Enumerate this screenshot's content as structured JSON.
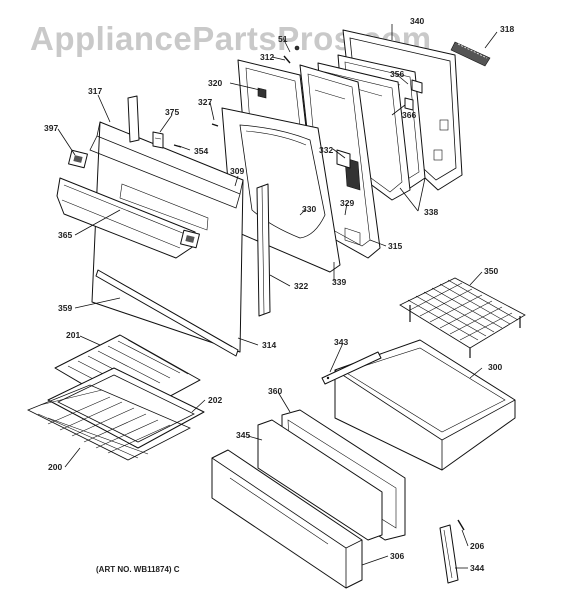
{
  "watermark": "AppliancePartsPros.com",
  "art_number": "(ART NO. WB11874) C",
  "callouts": {
    "c340": "340",
    "c318": "318",
    "c51": "51",
    "c312": "312",
    "c356": "356",
    "c320": "320",
    "c366": "366",
    "c317": "317",
    "c327": "327",
    "c375": "375",
    "c397": "397",
    "c354": "354",
    "c332": "332",
    "c309": "309",
    "c329": "329",
    "c338": "338",
    "c330": "330",
    "c365": "365",
    "c315": "315",
    "c322": "322",
    "c339": "339",
    "c350": "350",
    "c359": "359",
    "c314": "314",
    "c343": "343",
    "c201": "201",
    "c300": "300",
    "c202": "202",
    "c360": "360",
    "c345": "345",
    "c200": "200",
    "c306": "306",
    "c206": "206",
    "c344": "344"
  }
}
